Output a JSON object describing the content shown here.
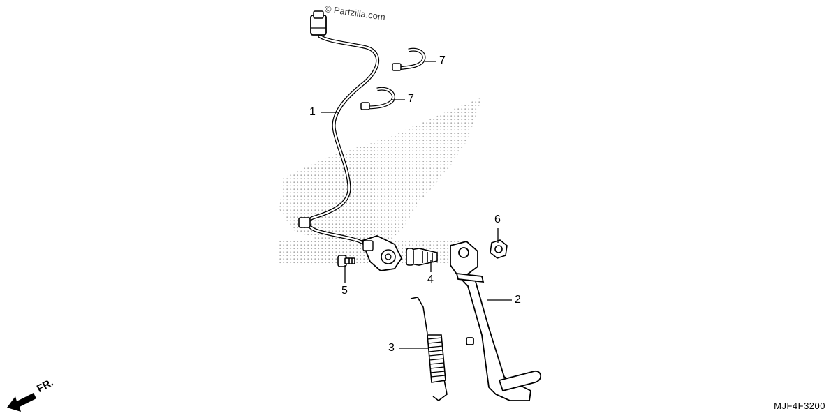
{
  "watermark": "© Partzilla.com",
  "diagram_code": "MJF4F3200",
  "direction_label": "FR.",
  "callouts": {
    "c1": "1",
    "c2": "2",
    "c3": "3",
    "c4": "4",
    "c5": "5",
    "c6": "6",
    "c7a": "7",
    "c7b": "7"
  }
}
